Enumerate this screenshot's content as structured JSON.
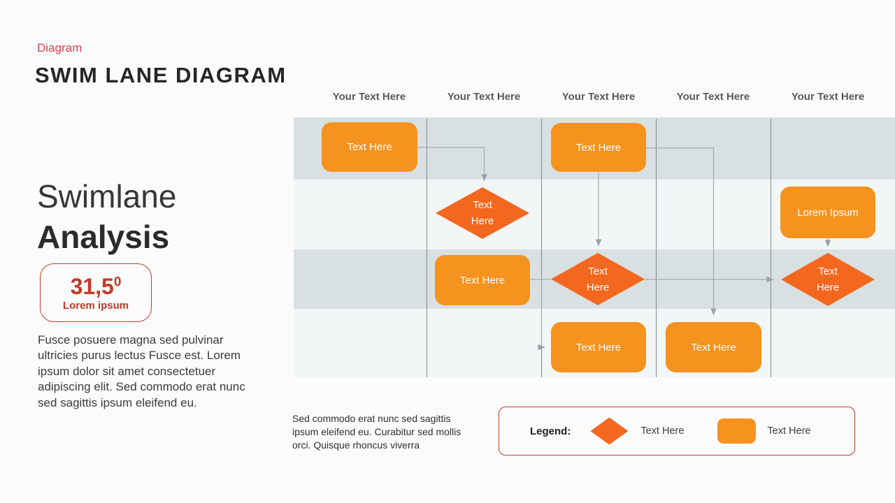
{
  "slide": {
    "eyebrow": "Diagram",
    "title": "SWIM LANE DIAGRAM",
    "heading_light": "Swimlane",
    "heading_bold": "Analysis",
    "badge": {
      "value": "31,5",
      "sup": "0",
      "label": "Lorem ipsum"
    },
    "description": "Fusce posuere magna sed pulvinar ultricies purus lectus Fusce est. Lorem ipsum dolor sit amet consectetuer adipiscing elit. Sed commodo erat nunc sed sagittis ipsum eleifend eu.",
    "footnote": "Sed commodo  erat nunc sed sagittis ipsum eleifend eu. Curabitur sed mollis orci. Quisque rhoncus viverra"
  },
  "diagram": {
    "lane_headers": [
      "Your Text Here",
      "Your Text Here",
      "Your Text Here",
      "Your Text Here",
      "Your Text Here"
    ],
    "nodes": {
      "box_row1_lane1": "Text Here",
      "box_row1_lane3": "Text Here",
      "diamond_row2_lane3": "Text Here",
      "box_row2_lane5": "Lorem Ipsum",
      "box_row3_lane2": "Text Here",
      "diamond_row3_lane3": "Text Here",
      "diamond_row3_lane5": "Text Here",
      "box_row4_lane3": "Text Here",
      "box_row4_lane4": "Text Here"
    }
  },
  "legend": {
    "title": "Legend:",
    "items": [
      {
        "shape": "diamond",
        "label": "Text Here"
      },
      {
        "shape": "rounded-rect",
        "label": "Text Here"
      }
    ]
  },
  "colors": {
    "accent_red": "#e03e50",
    "badge_red": "#c43927",
    "box_orange": "#f6921e",
    "diamond_orange": "#f4671f",
    "lane_band": "#d9e0e1",
    "lane_band_light": "#f3f6f6",
    "lane_divider": "#7f898c",
    "connector": "#a3abae"
  }
}
